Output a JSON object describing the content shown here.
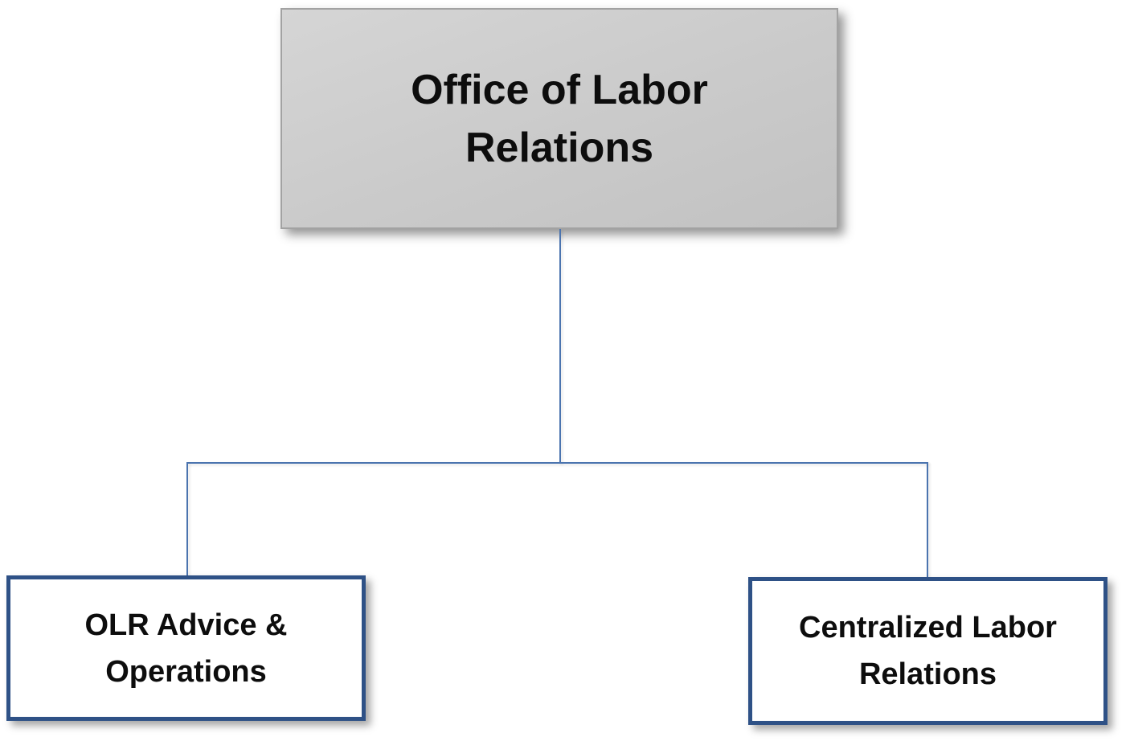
{
  "chart": {
    "type": "org-chart",
    "root": {
      "label": "Office of Labor Relations"
    },
    "children": [
      {
        "label": "OLR Advice & Operations"
      },
      {
        "label": "Centralized Labor Relations"
      }
    ]
  },
  "colors": {
    "background": "#ffffff",
    "text": "#0d0d0d",
    "root_fill_top": "#d5d5d5",
    "root_fill_mid": "#cacaca",
    "root_fill_bottom": "#c2c2c2",
    "root_border": "#a2a2a2",
    "child_fill": "#ffffff",
    "child_border": "#2e5186",
    "connector": "#4b74af"
  }
}
